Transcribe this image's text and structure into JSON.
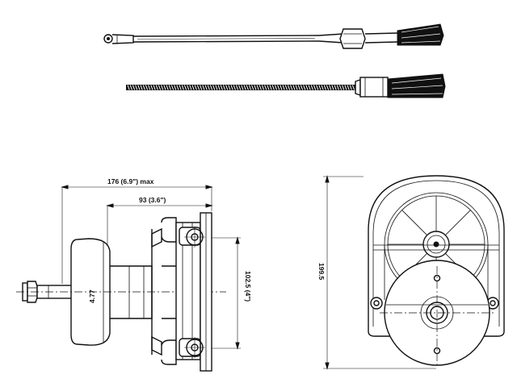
{
  "dimensions": {
    "overall_length": "176 (6.9\") max",
    "mount_depth": "93 (3.6\")",
    "shaft_height": "4.77",
    "bolt_spacing": "102.5 (4\")",
    "front_height": "199.5"
  },
  "colors": {
    "line": "#111111",
    "background": "#ffffff"
  }
}
